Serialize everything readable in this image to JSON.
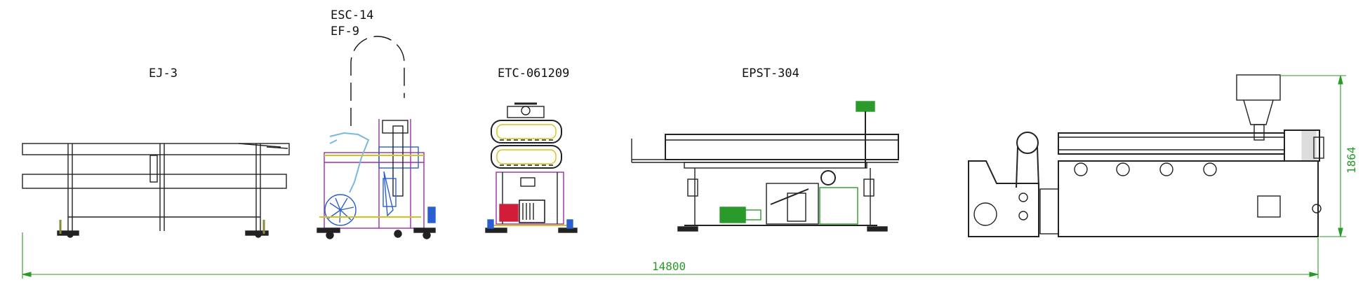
{
  "labels": {
    "ej": "EJ-3",
    "esc": "ESC-14",
    "ef": "EF-9",
    "etc": "ETC-061209",
    "epst": "EPST-304"
  },
  "dimensions": {
    "total_length": "14800",
    "height": "1864"
  },
  "colors": {
    "line": "#111111",
    "dimension": "#2a9a2a",
    "purple": "#9b2fa8",
    "blue": "#2b5fd1",
    "cyan": "#7ab8dc",
    "red": "#d21d3a",
    "yellow": "#d6c31a",
    "olive": "#8a8a3a"
  }
}
